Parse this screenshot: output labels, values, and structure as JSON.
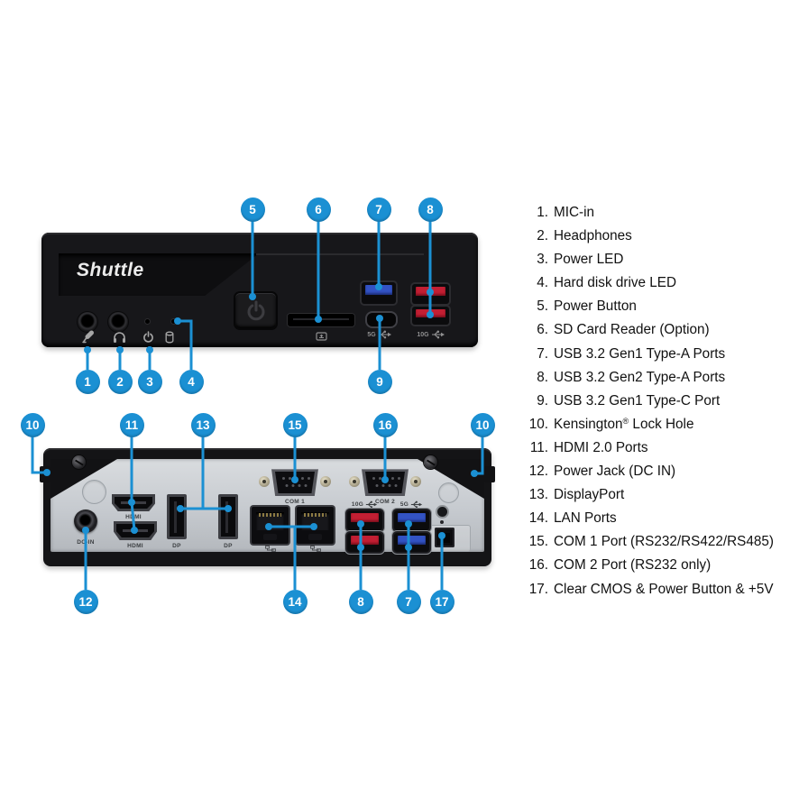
{
  "accent_color": "#1b90d3",
  "front_panel": {
    "logo": "Shuttle",
    "callouts": {
      "c1": "1",
      "c2": "2",
      "c3": "3",
      "c4": "4",
      "c5": "5",
      "c6": "6",
      "c7": "7",
      "c8": "8",
      "c9": "9"
    },
    "labels": {
      "usb5g": "5G",
      "usb10g": "10G"
    },
    "icons": [
      "mic-icon",
      "headphones-icon",
      "power-led-icon",
      "hdd-led-icon",
      "power-button-icon",
      "sd-card-icon",
      "usb-trident-icon"
    ]
  },
  "back_panel": {
    "callouts": {
      "c10_left": "10",
      "c11": "11",
      "c13": "13",
      "c15": "15",
      "c16": "16",
      "c10_right": "10",
      "c12": "12",
      "c14": "14",
      "c8": "8",
      "c7": "7",
      "c17": "17"
    },
    "port_labels": {
      "dc_in": "DC-IN",
      "hdmi_top": "HDMI",
      "hdmi_bottom": "HDMI",
      "dp1": "DP",
      "dp2": "DP",
      "com1": "COM 1",
      "com2": "COM 2",
      "usb10g": "10G",
      "usb5g": "5G"
    },
    "icons": [
      "kensington-lock-notch",
      "screw-icon",
      "lan-network-icon",
      "usb-trident-icon"
    ]
  },
  "legend": {
    "items": [
      {
        "num": "1.",
        "label": "MIC-in"
      },
      {
        "num": "2.",
        "label": "Headphones"
      },
      {
        "num": "3.",
        "label": "Power LED"
      },
      {
        "num": "4.",
        "label": "Hard disk drive LED"
      },
      {
        "num": "5.",
        "label": "Power Button"
      },
      {
        "num": "6.",
        "label": "SD Card Reader (Option)"
      },
      {
        "num": "7.",
        "label": "USB 3.2 Gen1 Type-A Ports"
      },
      {
        "num": "8.",
        "label": "USB 3.2 Gen2 Type-A Ports"
      },
      {
        "num": "9.",
        "label": "USB 3.2 Gen1 Type-C Port"
      },
      {
        "num": "10.",
        "pre": "Kensington",
        "sup": "®",
        "post": " Lock Hole"
      },
      {
        "num": "11.",
        "label": "HDMI 2.0 Ports"
      },
      {
        "num": "12.",
        "label": "Power Jack (DC IN)"
      },
      {
        "num": "13.",
        "label": "DisplayPort"
      },
      {
        "num": "14.",
        "label": "LAN Ports"
      },
      {
        "num": "15.",
        "label": "COM 1 Port (RS232/RS422/RS485)"
      },
      {
        "num": "16.",
        "label": "COM 2 Port (RS232 only)"
      },
      {
        "num": "17.",
        "label": "Clear CMOS & Power Button & +5V"
      }
    ]
  }
}
